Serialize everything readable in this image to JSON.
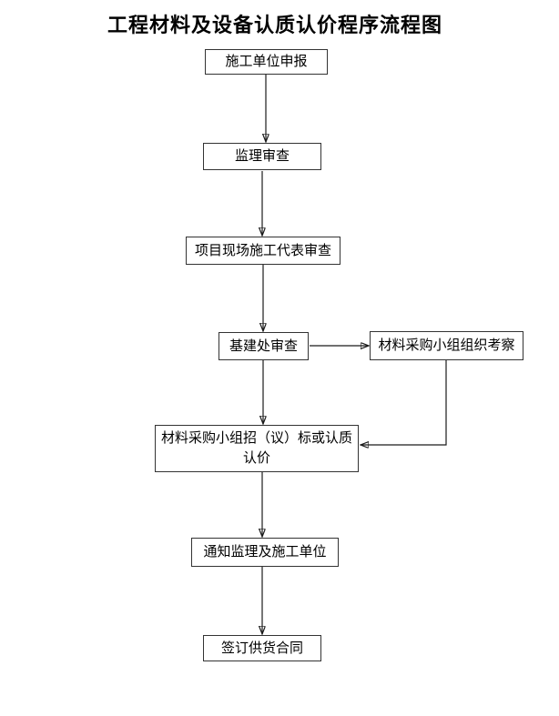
{
  "page": {
    "title": "工程材料及设备认质认价程序流程图"
  },
  "colors": {
    "background": "#ffffff",
    "text": "#000000",
    "box_border": "#333333",
    "connector_line": "#1a1a1a"
  },
  "flowchart": {
    "nodes": [
      {
        "id": "construction-unit-declaration",
        "label": "施工单位申报"
      },
      {
        "id": "supervision-review",
        "label": "监理审查"
      },
      {
        "id": "site-representative-review",
        "label": "项目现场施工代表审查"
      },
      {
        "id": "infrastructure-office-review",
        "label": "基建处审查"
      },
      {
        "id": "procurement-team-inspection",
        "label": "材料采购小组组织考察"
      },
      {
        "id": "procurement-bidding-pricing",
        "label": "材料采购小组招（议）标或认质认价"
      },
      {
        "id": "notify-supervision-construction",
        "label": "通知监理及施工单位"
      },
      {
        "id": "sign-supply-contract",
        "label": "签订供货合同"
      }
    ],
    "edges": [
      {
        "from": "construction-unit-declaration",
        "to": "supervision-review"
      },
      {
        "from": "supervision-review",
        "to": "site-representative-review"
      },
      {
        "from": "site-representative-review",
        "to": "infrastructure-office-review"
      },
      {
        "from": "infrastructure-office-review",
        "to": "procurement-team-inspection"
      },
      {
        "from": "infrastructure-office-review",
        "to": "procurement-bidding-pricing"
      },
      {
        "from": "procurement-team-inspection",
        "to": "procurement-bidding-pricing"
      },
      {
        "from": "procurement-bidding-pricing",
        "to": "notify-supervision-construction"
      },
      {
        "from": "notify-supervision-construction",
        "to": "sign-supply-contract"
      }
    ]
  }
}
